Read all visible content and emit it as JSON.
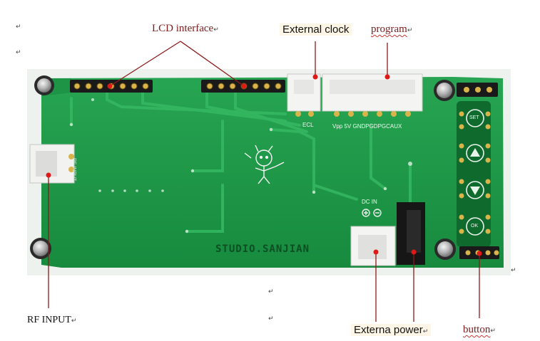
{
  "labels": {
    "lcd_interface": "LCD interface",
    "external_clock": "External clock",
    "program": "program",
    "rf_input": "RF INPUT",
    "external_power": "Externa power",
    "button": "button"
  },
  "board": {
    "silkscreen_brand": "STUDIO.SANJIAN",
    "ecl": "ECL",
    "program_pins": "Vpp 5V GNDPGDPGCAUX",
    "dc_in": "DC IN",
    "rf_input_silk": "RF INPUT",
    "btn_set": "SET",
    "btn_ok": "OK"
  },
  "paragraph_mark": "↵",
  "colors": {
    "pcb": "#1f9a48",
    "pcb_dark": "#137a36",
    "trace": "#2fb45c",
    "pointer": "#8b1a1a",
    "dot": "#e01818"
  }
}
